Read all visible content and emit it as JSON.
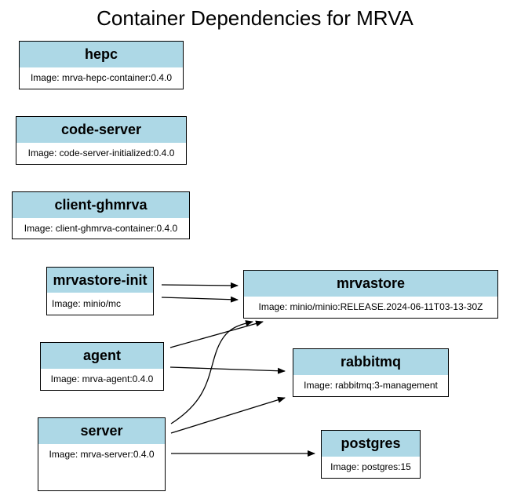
{
  "title": "Container Dependencies for MRVA",
  "nodes": {
    "hepc": {
      "name": "hepc",
      "image": "Image: mrva-hepc-container:0.4.0"
    },
    "code_server": {
      "name": "code-server",
      "image": "Image: code-server-initialized:0.4.0"
    },
    "client_ghmrva": {
      "name": "client-ghmrva",
      "image": "Image: client-ghmrva-container:0.4.0"
    },
    "mrvastore_init": {
      "name": "mrvastore-init",
      "image": "Image: minio/mc"
    },
    "mrvastore": {
      "name": "mrvastore",
      "image": "Image: minio/minio:RELEASE.2024-06-11T03-13-30Z"
    },
    "agent": {
      "name": "agent",
      "image": "Image: mrva-agent:0.4.0"
    },
    "rabbitmq": {
      "name": "rabbitmq",
      "image": "Image: rabbitmq:3-management"
    },
    "server": {
      "name": "server",
      "image": "Image: mrva-server:0.4.0"
    },
    "postgres": {
      "name": "postgres",
      "image": "Image: postgres:15"
    }
  },
  "edges": [
    {
      "from": "mrvastore-init",
      "to": "mrvastore"
    },
    {
      "from": "mrvastore-init",
      "to": "mrvastore"
    },
    {
      "from": "agent",
      "to": "mrvastore"
    },
    {
      "from": "agent",
      "to": "rabbitmq"
    },
    {
      "from": "server",
      "to": "mrvastore"
    },
    {
      "from": "server",
      "to": "rabbitmq"
    },
    {
      "from": "server",
      "to": "postgres"
    }
  ],
  "colors": {
    "header": "#add8e6",
    "border": "#000000"
  }
}
